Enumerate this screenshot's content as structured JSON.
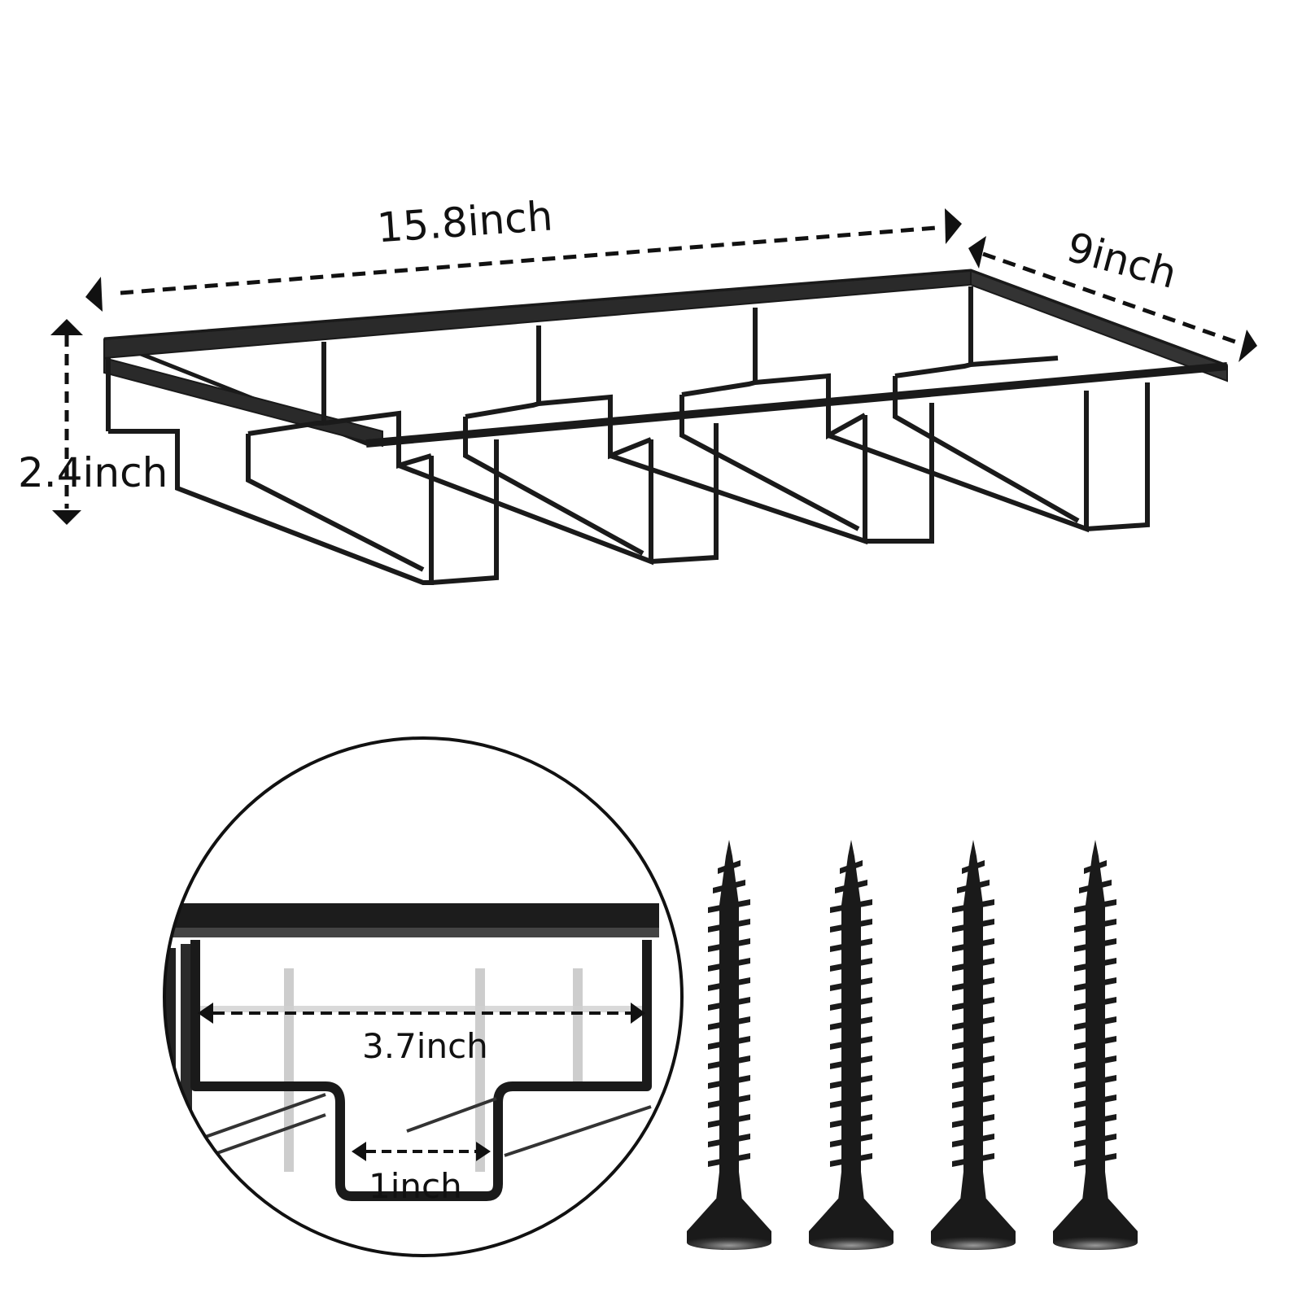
{
  "product": {
    "name": "under-cabinet stemware rack",
    "color": "#1a1a1a",
    "rows": 4
  },
  "dimensions": {
    "length": "15.8inch",
    "depth": "9inch",
    "height": "2.4inch"
  },
  "detail": {
    "slot_width": "3.7inch",
    "gap_width": "1inch"
  },
  "accessories": {
    "screws": 4
  },
  "colors": {
    "line": "#111111",
    "metal": "#1a1a1a",
    "background": "#ffffff"
  }
}
